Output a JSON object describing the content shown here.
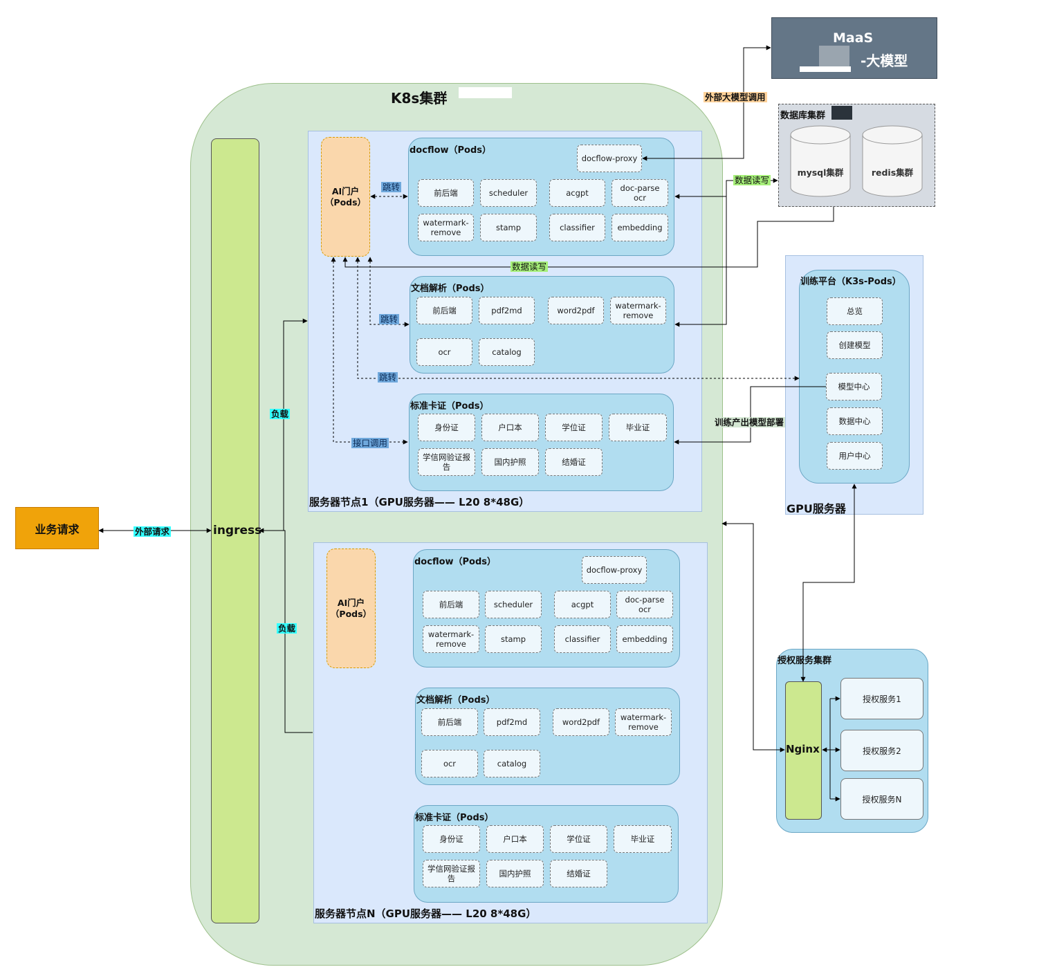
{
  "k8s_cluster": {
    "title": "K8s集群"
  },
  "ingress": {
    "label": "ingress"
  },
  "biz_request": {
    "label": "业务请求"
  },
  "nodes": [
    {
      "label": "服务器节点1（GPU服务器—— L20 8*48G）",
      "ai_portal": "AI门户\n（Pods）",
      "docflow": {
        "title": "docflow（Pods）",
        "proxy": "docflow-proxy",
        "pods": [
          "前后端",
          "scheduler",
          "acgpt",
          "doc-parse\nocr",
          "watermark-\nremove",
          "stamp",
          "classifier",
          "embedding"
        ]
      },
      "docparse": {
        "title": "文档解析（Pods）",
        "pods": [
          "前后端",
          "pdf2md",
          "word2pdf",
          "watermark-\nremove",
          "ocr",
          "catalog"
        ]
      },
      "card": {
        "title": "标准卡证（Pods）",
        "pods": [
          "身份证",
          "户口本",
          "学位证",
          "毕业证",
          "学信网验证报\n告",
          "国内护照",
          "结婚证"
        ]
      }
    },
    {
      "label": "服务器节点N（GPU服务器—— L20 8*48G）",
      "ai_portal": "AI门户\n（Pods）",
      "docflow": {
        "title": "docflow（Pods）",
        "proxy": "docflow-proxy",
        "pods": [
          "前后端",
          "scheduler",
          "acgpt",
          "doc-parse\nocr",
          "watermark-\nremove",
          "stamp",
          "classifier",
          "embedding"
        ]
      },
      "docparse": {
        "title": "文档解析（Pods）",
        "pods": [
          "前后端",
          "pdf2md",
          "word2pdf",
          "watermark-\nremove",
          "ocr",
          "catalog"
        ]
      },
      "card": {
        "title": "标准卡证（Pods）",
        "pods": [
          "身份证",
          "户口本",
          "学位证",
          "毕业证",
          "学信网验证报\n告",
          "国内护照",
          "结婚证"
        ]
      }
    }
  ],
  "maas": {
    "line1": "MaaS",
    "line2": "-大模型"
  },
  "database": {
    "title": "数据库集群",
    "mysql": "mysql集群",
    "redis": "redis集群"
  },
  "gpu_server": {
    "label": "GPU服务器",
    "training": {
      "title": "训练平台（K3s-Pods）",
      "items": [
        "总览",
        "创建模型",
        "模型中心",
        "数据中心",
        "用户中心"
      ]
    }
  },
  "auth_cluster": {
    "title": "授权服务集群",
    "nginx": "Nginx",
    "services": [
      "授权服务1",
      "授权服务2",
      "授权服务N"
    ]
  },
  "edge_labels": {
    "external_request": "外部请求",
    "load": "负载",
    "jump": "跳转",
    "api_call": "接口调用",
    "data_rw": "数据读写",
    "external_llm": "外部大模型调用",
    "deploy": "训练产出模型部署"
  },
  "colors": {
    "k8s_fill": "#d5e8d4",
    "node_fill": "#dae8fc",
    "group_fill": "#b1ddf0",
    "portal_fill": "#fad7ac",
    "ingress_fill": "#cce88f",
    "biz_fill": "#f0a30a",
    "maas_fill": "#647687"
  }
}
